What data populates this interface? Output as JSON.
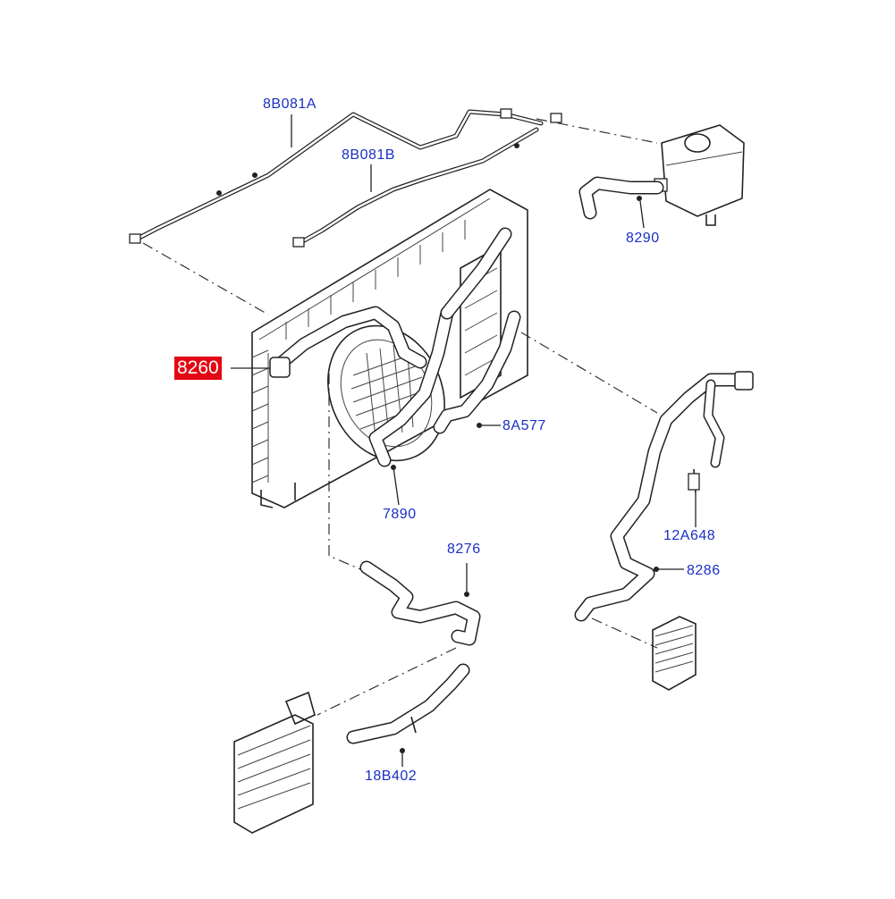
{
  "colors": {
    "label": "#1a2fc4",
    "highlight_bg": "#e30613",
    "line": "#222222"
  },
  "labels": {
    "p8b081a": "8B081A",
    "p8b081b": "8B081B",
    "p8290": "8290",
    "p8260": "8260",
    "p8a577": "8A577",
    "p7890": "7890",
    "p12a648": "12A648",
    "p8276": "8276",
    "p8286": "8286",
    "p18b402": "18B402"
  },
  "highlighted_part": "8260"
}
